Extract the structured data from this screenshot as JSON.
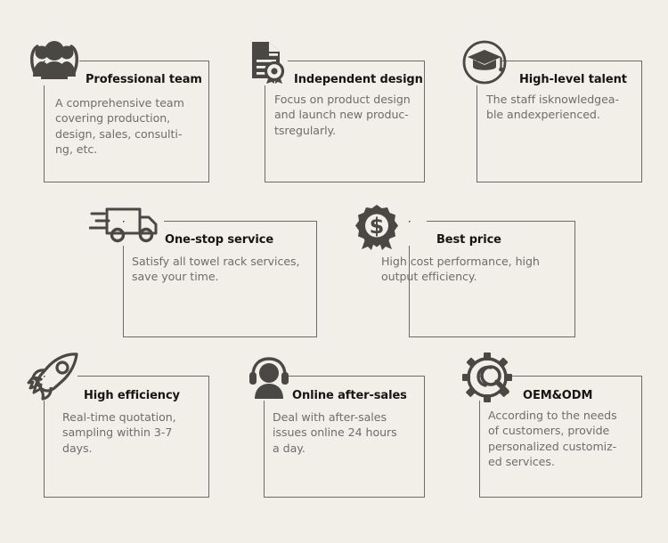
{
  "page": {
    "background_color": "#f2efe9",
    "title_color": "#171513",
    "body_color": "#6f6d6a",
    "border_color": "#6e6b66",
    "icon_color": "#4a4845"
  },
  "cards": [
    {
      "id": "professional-team",
      "icon": "people-group-icon",
      "title": "Professional team",
      "lines": [
        "A comprehensive team",
        "covering production,",
        "design, sales, consulti-",
        "ng, etc."
      ]
    },
    {
      "id": "independent-design",
      "icon": "certificate-document-icon",
      "title": "Independent design",
      "lines": [
        "Focus on product design",
        "and launch new produc-",
        "tsregularly."
      ]
    },
    {
      "id": "high-level-talent",
      "icon": "graduation-cap-icon",
      "title": "High-level talent",
      "lines": [
        "The staff isknowledgea-",
        "ble andexperienced."
      ]
    },
    {
      "id": "one-stop-service",
      "icon": "delivery-truck-icon",
      "title": "One-stop service",
      "lines": [
        "Satisfy all towel rack services,",
        "save your time."
      ]
    },
    {
      "id": "best-price",
      "icon": "dollar-badge-icon",
      "title": "Best price",
      "lines": [
        "High cost performance, high",
        "output efficiency."
      ]
    },
    {
      "id": "high-efficiency",
      "icon": "rocket-icon",
      "title": "High efficiency",
      "lines": [
        "Real-time quotation,",
        "sampling within 3-7",
        "days."
      ]
    },
    {
      "id": "online-after-sales",
      "icon": "headset-support-icon",
      "title": "Online after-sales",
      "lines": [
        "Deal with after-sales",
        "issues online 24 hours",
        "a day."
      ]
    },
    {
      "id": "oem-odm",
      "icon": "gear-magnifier-icon",
      "title": "OEM&ODM",
      "lines": [
        "According to the needs",
        "of customers, provide",
        "personalized customiz-",
        "ed services."
      ]
    }
  ]
}
